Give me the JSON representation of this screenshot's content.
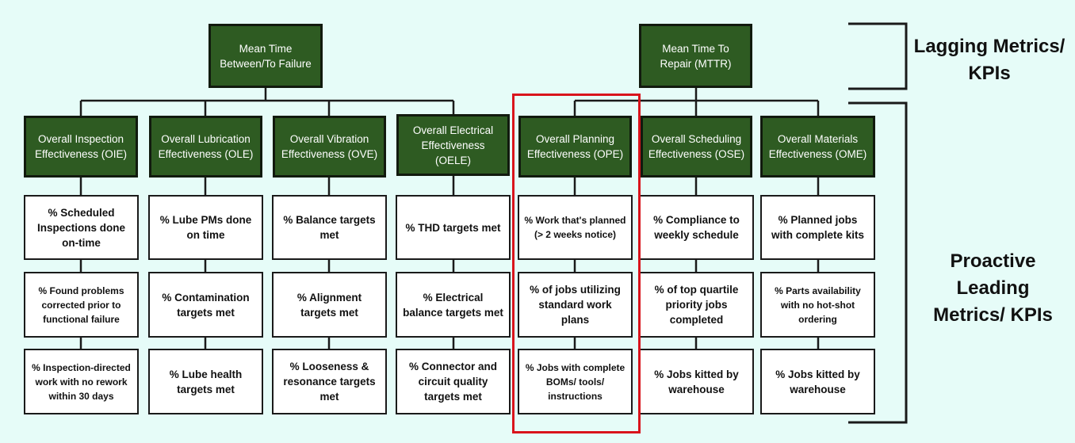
{
  "top_nodes": {
    "mtbf": "Mean Time Between/To Failure",
    "mttr": "Mean Time To Repair (MTTR)"
  },
  "categories": [
    {
      "label": "Overall Inspection Effectiveness (OIE)"
    },
    {
      "label": "Overall Lubrication Effectiveness (OLE)"
    },
    {
      "label": "Overall Vibration Effectiveness (OVE)"
    },
    {
      "label": "Overall Electrical Effectiveness (OELE)"
    },
    {
      "label": "Overall Planning Effectiveness (OPE)"
    },
    {
      "label": "Overall Scheduling Effectiveness (OSE)"
    },
    {
      "label": "Overall Materials Effectiveness (OME)"
    }
  ],
  "metrics": [
    [
      "% Scheduled Inspections done on-time",
      "% Found problems corrected prior to functional failure",
      "% Inspection-directed work with no rework within 30 days"
    ],
    [
      "% Lube PMs done on time",
      "% Contamination targets met",
      "% Lube health targets met"
    ],
    [
      "% Balance targets met",
      "% Alignment targets met",
      "% Looseness & resonance targets met"
    ],
    [
      "% THD targets met",
      "% Electrical balance targets met",
      "% Connector and circuit quality targets met"
    ],
    [
      "% Work that's planned (> 2 weeks notice)",
      "% of jobs utilizing standard work plans",
      "% Jobs with complete BOMs/ tools/ instructions"
    ],
    [
      "% Compliance to weekly schedule",
      "% of top quartile priority jobs completed",
      "% Jobs kitted by warehouse"
    ],
    [
      "% Planned jobs with complete kits",
      "% Parts availability with no hot-shot ordering",
      "% Jobs kitted by warehouse"
    ]
  ],
  "labels": {
    "lagging": "Lagging Metrics/ KPIs",
    "leading": "Proactive Leading Metrics/ KPIs"
  },
  "highlight_color": "#d9141c",
  "box_fill_color": "#2e5b22"
}
